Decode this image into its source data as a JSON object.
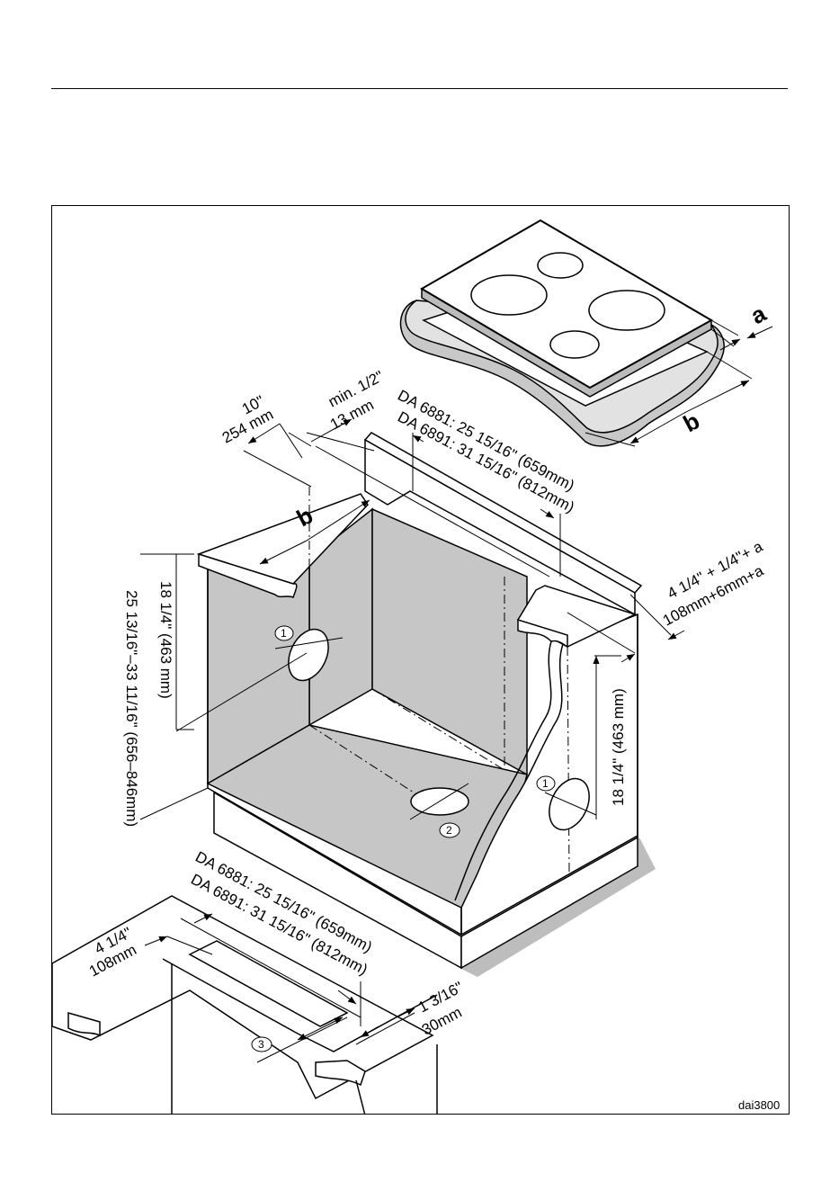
{
  "labels": {
    "cutout_width_in": "10\"",
    "cutout_width_mm": "254 mm",
    "min_half_in": "min. 1/2\"",
    "min_13mm": "13 mm",
    "top_da6881": "DA 6881: 25 15/16\" (659mm)",
    "top_da6891": "DA 6891: 31 15/16\" (812mm)",
    "letter_b_top": "b",
    "letter_b_hob": "b",
    "letter_a": "a",
    "right_inches": "4 1/4\" + 1/4\"+ a",
    "right_mm": "108mm+6mm+a",
    "left_height_range": "25 13/16\"–33 11/16\"  (656–846mm)",
    "left_height_inner": "18 1/4\" (463 mm)",
    "right_height_inner": "18 1/4\" (463 mm)",
    "bottom_da6881": "DA 6881: 25 15/16\" (659mm)",
    "bottom_da6891": "DA 6891: 31 15/16\" (812mm)",
    "bottom_left_in": "4 1/4\"",
    "bottom_left_mm": "108mm",
    "bottom_right_in": "1 3/16\"",
    "bottom_right_mm": "30mm",
    "callout_1": "1",
    "callout_2": "2",
    "callout_3": "3",
    "figure_code": "dai3800"
  }
}
